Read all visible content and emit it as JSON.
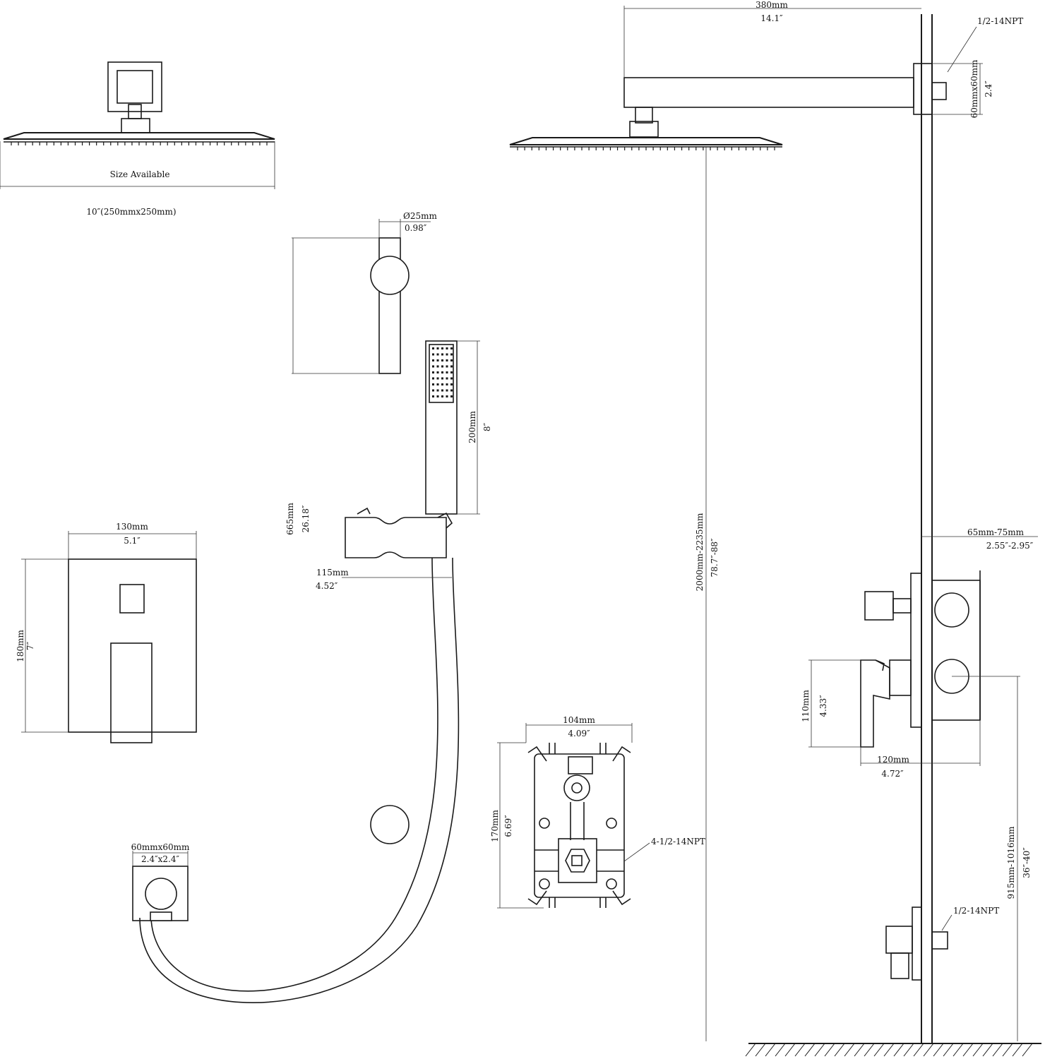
{
  "labels": {
    "size_available": "Size Available",
    "head_size": "10″(250mmx250mm)",
    "bar_dia_mm": "Ø25mm",
    "bar_dia_in": "0.98″",
    "bar_len_mm": "665mm",
    "bar_len_in": "26.18″",
    "slider_mm": "115mm",
    "slider_in": "4.52″",
    "handheld_mm": "200mm",
    "handheld_in": "8″",
    "trim_w_mm": "130mm",
    "trim_w_in": "5.1″",
    "trim_h_mm": "180mm",
    "trim_h_in": "7″",
    "elbow_mm": "60mmx60mm",
    "elbow_in": "2.4″x2.4″",
    "valve_w_mm": "104mm",
    "valve_w_in": "4.09″",
    "valve_h_mm": "170mm",
    "valve_h_in": "6.69″",
    "valve_npt": "4-1/2-14NPT",
    "arm_mm": "380mm",
    "arm_in": "14.1″",
    "arm_npt": "1/2-14NPT",
    "flange_mm": "60mmx60mm",
    "flange_in": "2.4″",
    "height_mm": "2000mm-2235mm",
    "height_in": "78.7″-88″",
    "depth_mm": "65mm-75mm",
    "depth_in": "2.55″-2.95″",
    "handle_mm": "110mm",
    "handle_in": "4.33″",
    "body_mm": "120mm",
    "body_in": "4.72″",
    "valve_height_mm": "915mm-1016mm",
    "valve_height_in": "36″-40″",
    "lower_npt": "1/2-14NPT"
  },
  "icons": {
    "shower_head": "square-rain-shower-head-icon",
    "slide_bar": "slide-bar-icon",
    "hand_shower": "hand-shower-icon",
    "trim_plate": "valve-trim-plate-icon",
    "rough_valve": "rough-in-valve-icon",
    "wall_elbow": "wall-elbow-icon"
  }
}
